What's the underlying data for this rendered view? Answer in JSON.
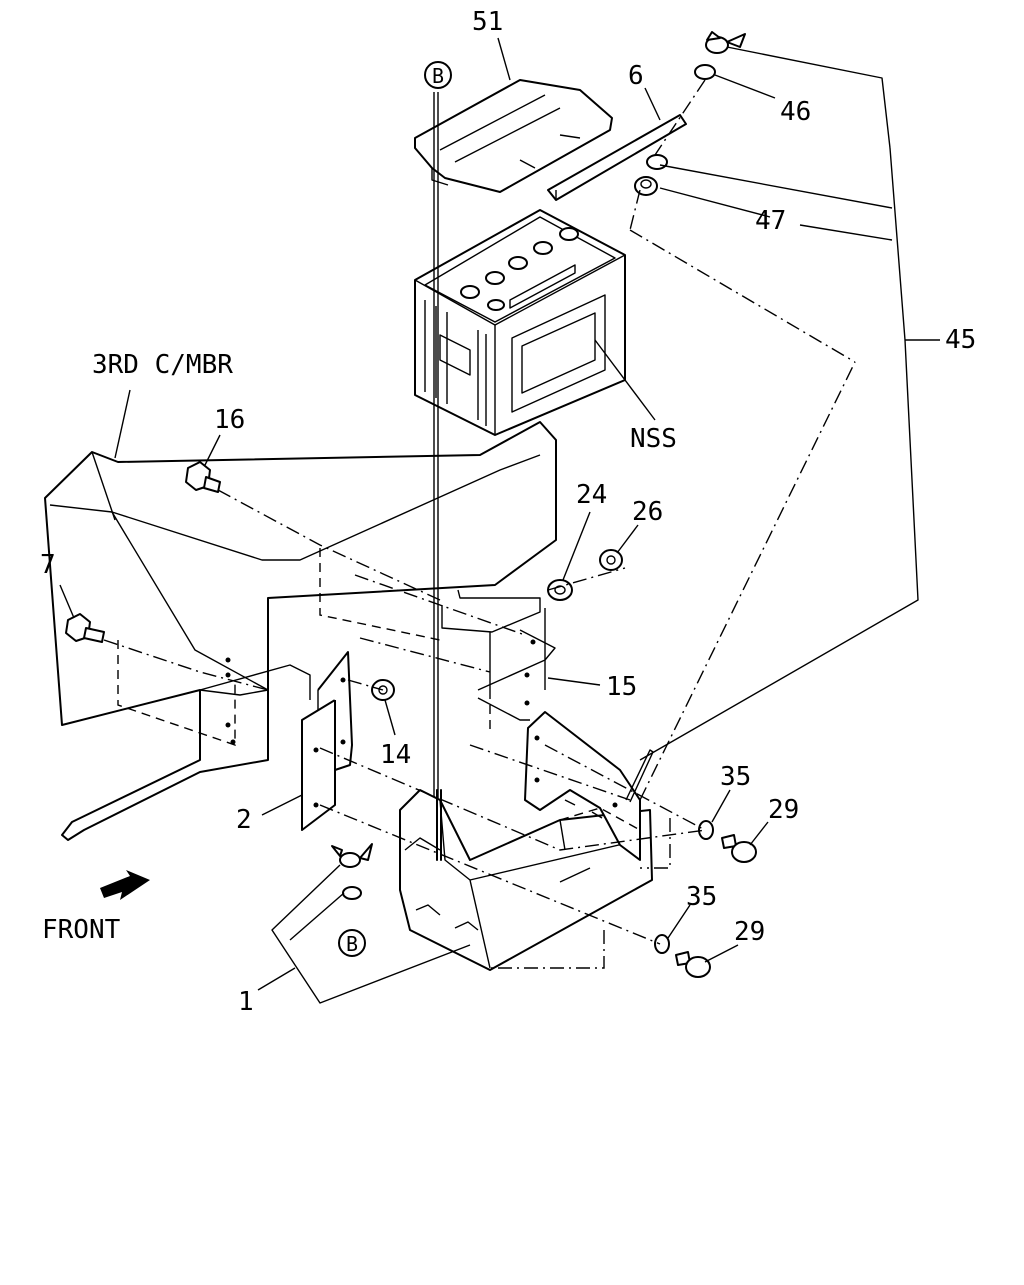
{
  "diagram": {
    "frame_label": "3RD C/MBR",
    "front_label": "FRONT",
    "battery_label": "NSS",
    "callouts": {
      "c51": "51",
      "c6": "6",
      "c46": "46",
      "c47": "47",
      "c45": "45",
      "c16": "16",
      "c24": "24",
      "c26": "26",
      "c7": "7",
      "c15": "15",
      "c14": "14",
      "c2": "2",
      "c35a": "35",
      "c29a": "29",
      "c35b": "35",
      "c29b": "29",
      "c1": "1"
    },
    "circle_marker_top": "B",
    "circle_marker_bottom": "B"
  }
}
